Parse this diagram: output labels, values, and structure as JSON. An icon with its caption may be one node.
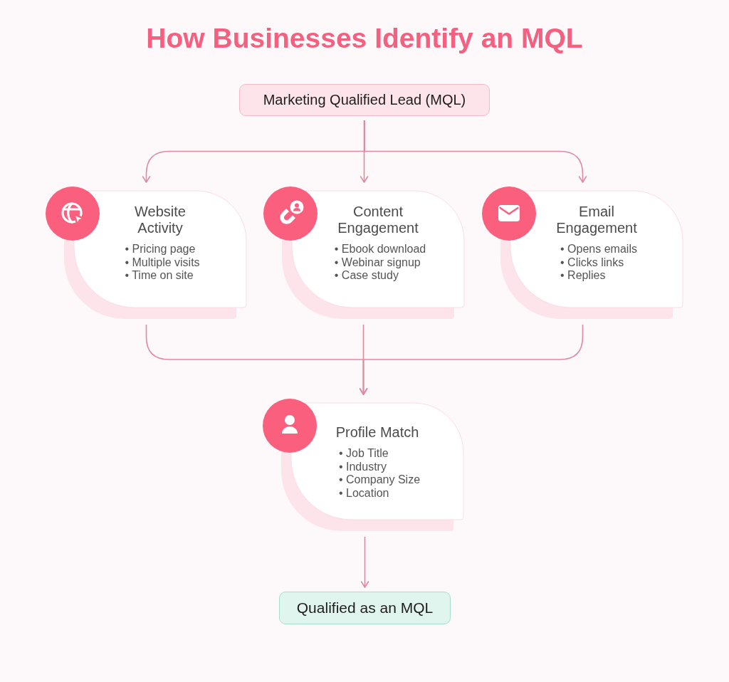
{
  "diagram": {
    "title": "How Businesses Identify an MQL",
    "nodes": [
      {
        "text": [
          "Marketing Qualified Lead (MQL)"
        ]
      },
      {
        "text": [
          "Website Activity",
          "• Pricing page",
          "• Multiple visits",
          "• Time on site"
        ]
      },
      {
        "text": [
          "Content Engagement",
          "• Ebook download",
          "• Webinar signup",
          "• Case study"
        ]
      },
      {
        "text": [
          "Email Engagement",
          "• Opens emails",
          "• Clicks links",
          "• Replies"
        ]
      },
      {
        "text": [
          "Profile Match",
          "• Job Title",
          "• Industry",
          "• Company Size",
          "• Location"
        ]
      },
      {
        "text": [
          "Qualified as an MQL"
        ]
      }
    ],
    "edges": [
      {
        "from": 0,
        "to": 1,
        "arrow": "to"
      },
      {
        "from": 0,
        "to": 2,
        "arrow": "to"
      },
      {
        "from": 0,
        "to": 3,
        "arrow": "to"
      },
      {
        "from": 1,
        "to": 4,
        "arrow": "to"
      },
      {
        "from": 2,
        "to": 4,
        "arrow": "to"
      },
      {
        "from": 3,
        "to": 4,
        "arrow": "to"
      },
      {
        "from": 4,
        "to": 5,
        "arrow": "to"
      }
    ]
  }
}
